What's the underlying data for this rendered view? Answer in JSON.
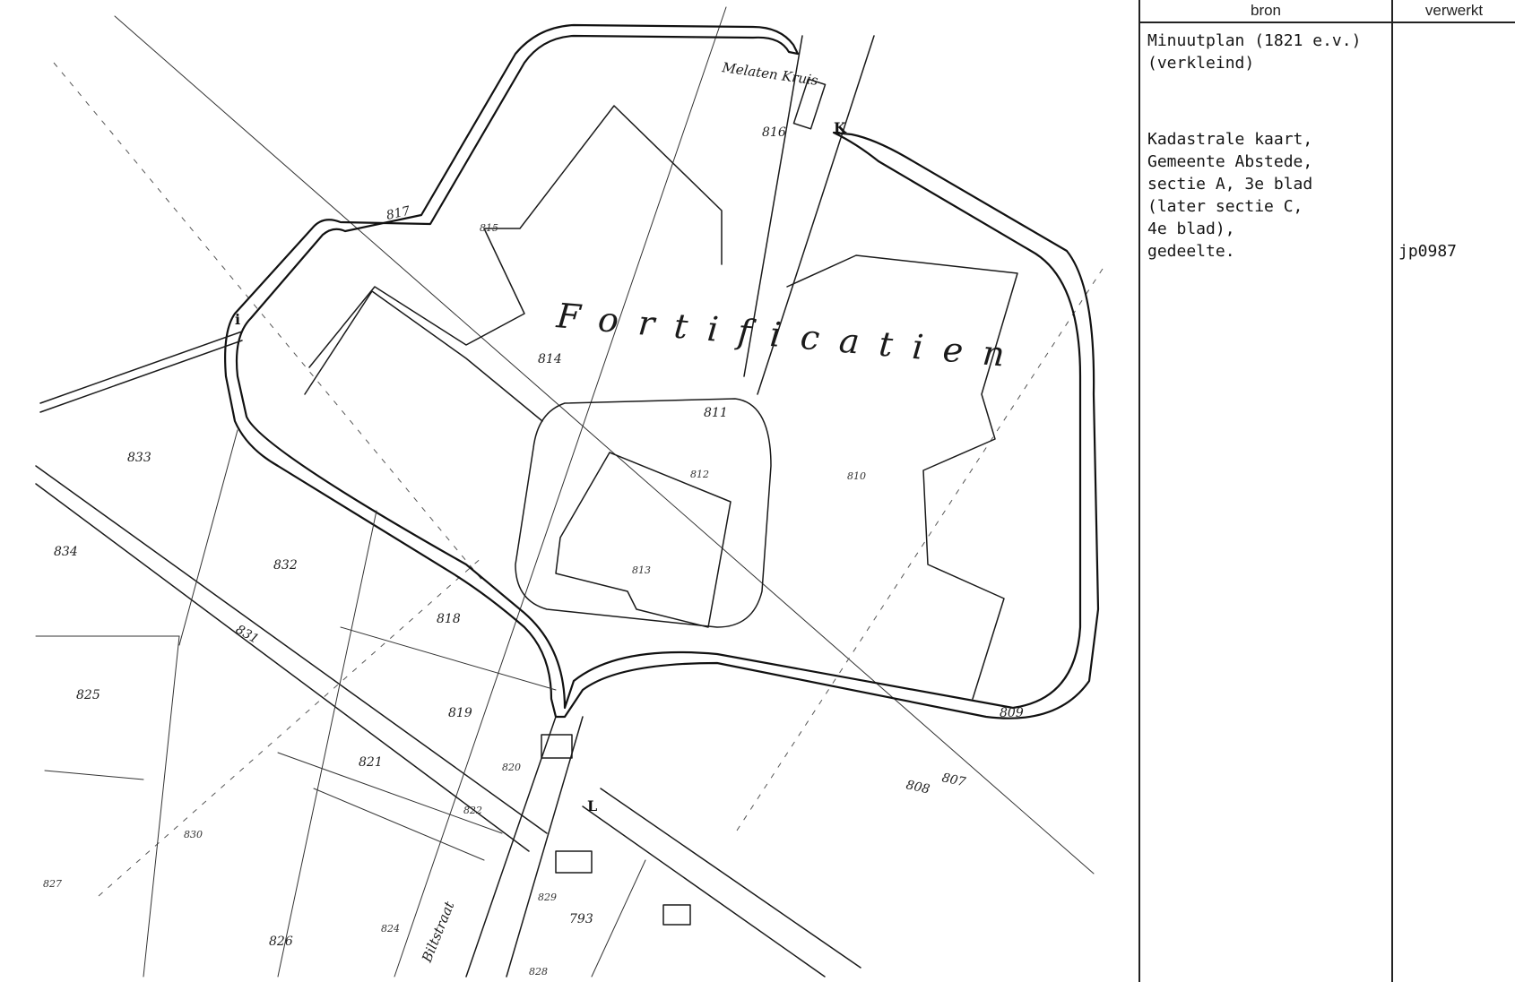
{
  "table": {
    "headers": {
      "bron": "bron",
      "verwerkt": "verwerkt"
    },
    "rows": [
      {
        "bron_lines": [
          "Minuutplan (1821 e.v.)",
          "(verkleind)"
        ],
        "verwerkt": ""
      },
      {
        "bron_lines": [
          "Kadastrale kaart,",
          "Gemeente Abstede,",
          "sectie A, 3e blad",
          "(later sectie C,",
          "4e blad),",
          "gedeelte."
        ],
        "verwerkt": "jp0987"
      }
    ]
  },
  "map": {
    "title_script": "Fortificatien",
    "place_label": "Melaten Kruis",
    "street_label": "Biltstraat",
    "mark_labels": [
      "i",
      "K",
      "L"
    ],
    "parcels": [
      "815",
      "816",
      "817",
      "814",
      "811",
      "812",
      "813",
      "810",
      "809",
      "808",
      "807",
      "833",
      "834",
      "832",
      "831",
      "818",
      "819",
      "821",
      "820",
      "822",
      "825",
      "830",
      "826",
      "824",
      "827",
      "829",
      "793",
      "828"
    ],
    "ink_color": "#1a1a1a",
    "paper_color": "#ffffff"
  }
}
